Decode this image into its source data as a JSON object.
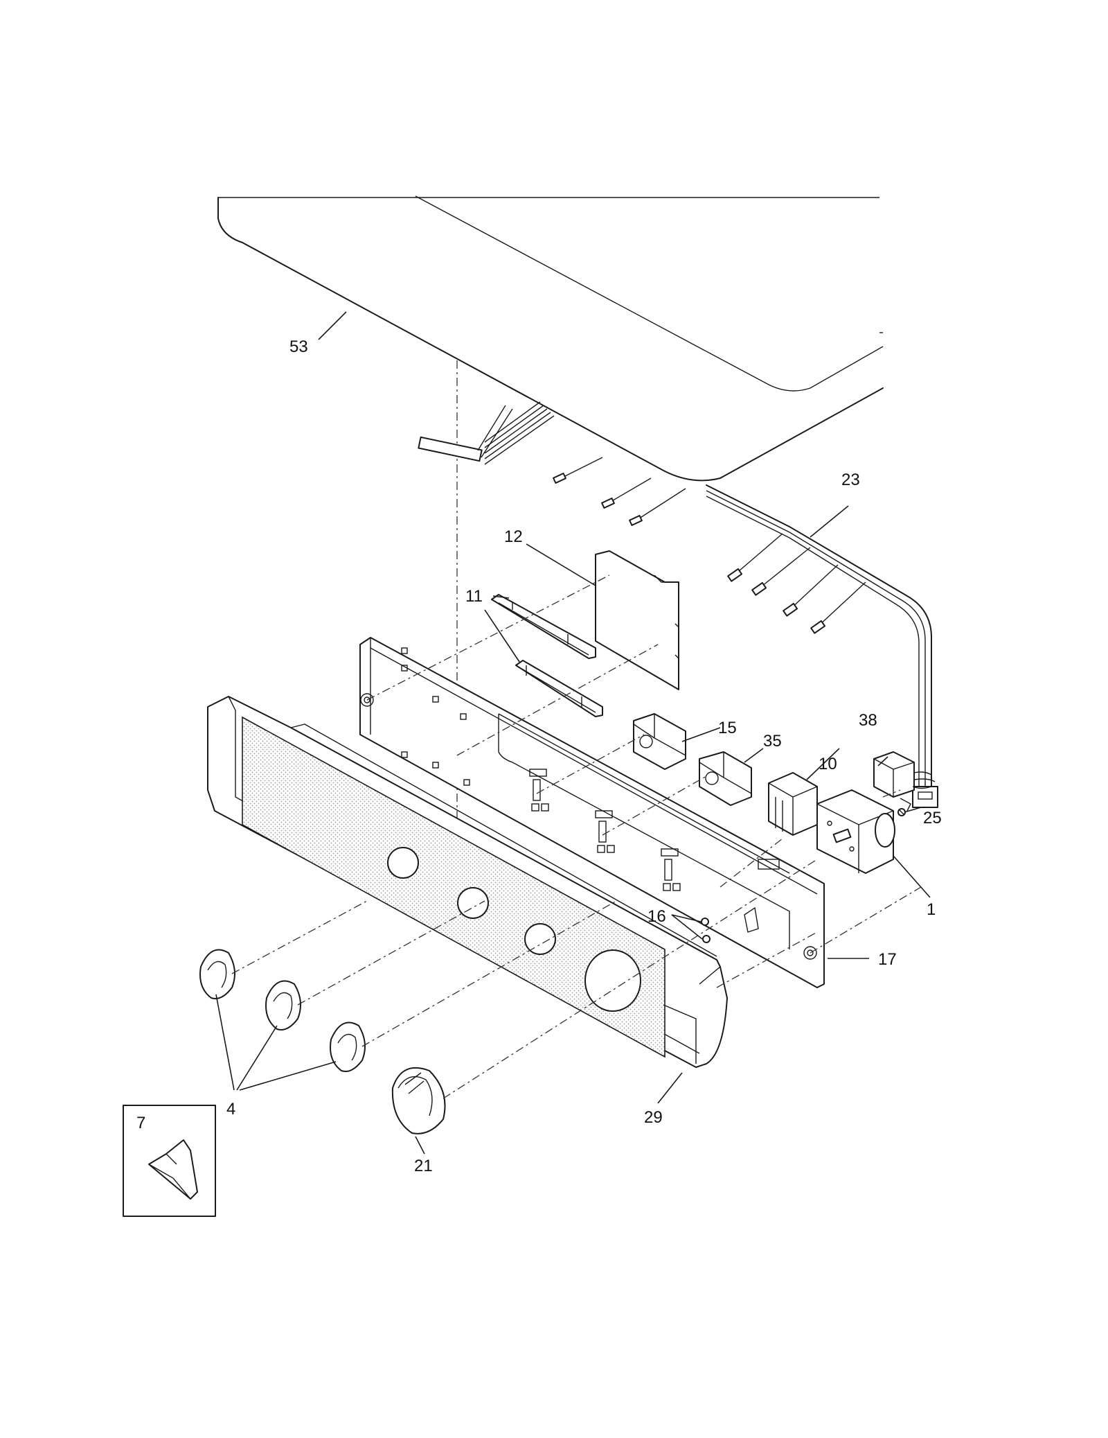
{
  "callouts": {
    "c53": "53",
    "c23": "23",
    "c12": "12",
    "c11": "11",
    "c15": "15",
    "c35": "35",
    "c38": "38",
    "c10": "10",
    "c25": "25",
    "c1": "1",
    "c16": "16",
    "c17": "17",
    "c4": "4",
    "c29": "29",
    "c21": "21",
    "c7": "7"
  },
  "colors": {
    "line": "#1a1a1a",
    "background": "#ffffff",
    "screen_pattern": "#bdbdbd"
  }
}
